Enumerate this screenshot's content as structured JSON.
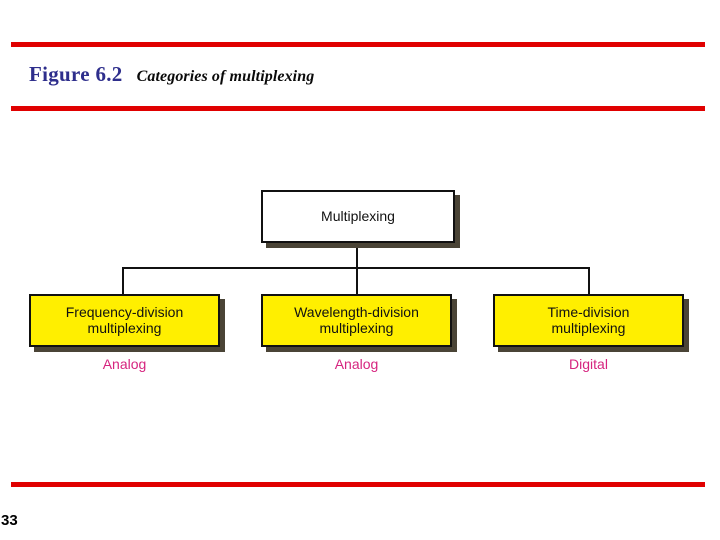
{
  "slide": {
    "figure_label": "Figure 6.2",
    "figure_caption": "Categories of multiplexing",
    "page_number": "33",
    "rule_color": "#e00000",
    "figure_label_color": "#2e2e8c",
    "caption_color": "#0a0a0a"
  },
  "diagram": {
    "type": "hierarchy",
    "root": {
      "label": "Multiplexing",
      "fill": "#ffffff",
      "border": "#111111",
      "shadow": "#4a4436"
    },
    "children": [
      {
        "label": "Frequency-division multiplexing",
        "line1": "Frequency-division",
        "line2": "multiplexing",
        "kind": "Analog",
        "fill": "#ffef00",
        "kind_color": "#d6247f"
      },
      {
        "label": "Wavelength-division multiplexing",
        "line1": "Wavelength-division",
        "line2": "multiplexing",
        "kind": "Analog",
        "fill": "#ffef00",
        "kind_color": "#d6247f"
      },
      {
        "label": "Time-division multiplexing",
        "line1": "Time-division",
        "line2": "multiplexing",
        "kind": "Digital",
        "fill": "#ffef00",
        "kind_color": "#d6247f"
      }
    ]
  }
}
